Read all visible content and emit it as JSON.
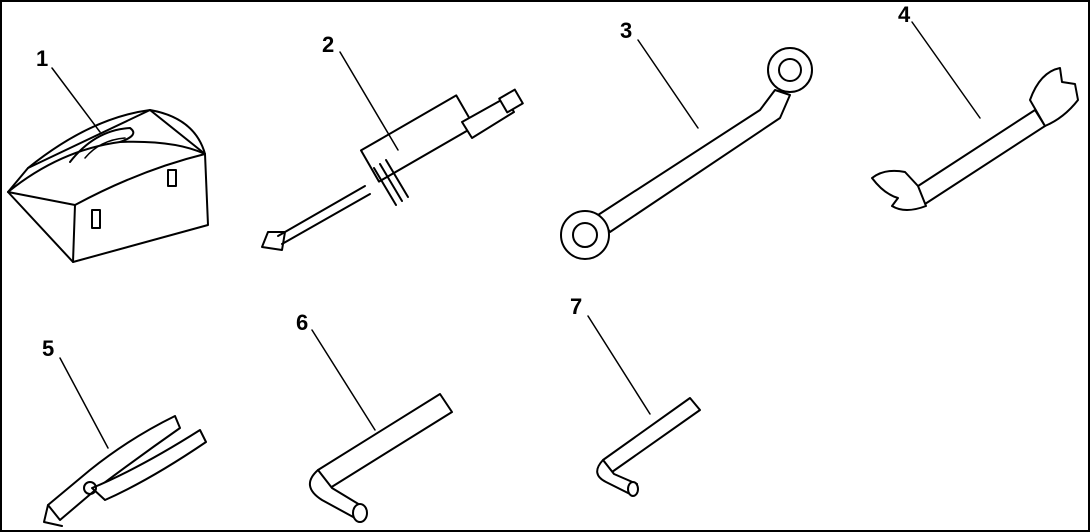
{
  "figure": {
    "callouts": [
      {
        "id": "1",
        "icon": "toolbox-icon"
      },
      {
        "id": "2",
        "icon": "grease-gun-icon"
      },
      {
        "id": "3",
        "icon": "box-end-wrench-icon"
      },
      {
        "id": "4",
        "icon": "open-end-wrench-icon"
      },
      {
        "id": "5",
        "icon": "pliers-icon"
      },
      {
        "id": "6",
        "icon": "hex-key-large-icon"
      },
      {
        "id": "7",
        "icon": "hex-key-small-icon"
      }
    ]
  }
}
